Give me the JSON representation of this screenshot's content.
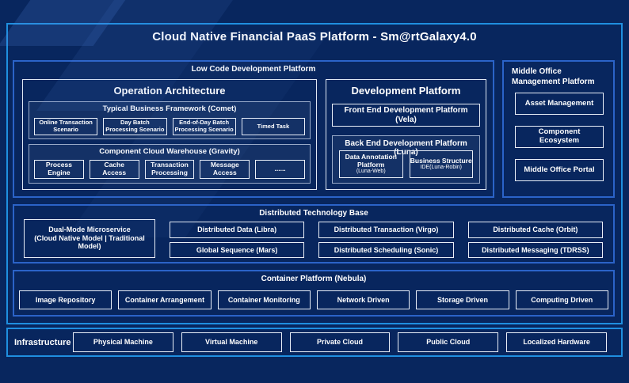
{
  "title": "Cloud Native Financial PaaS Platform - Sm@rtGalaxy4.0",
  "colors": {
    "background": "#08265e",
    "frame_border": "#1f8fe0",
    "section_border": "#2b63c8",
    "box_border": "#e9eff8",
    "panel_border": "#9aabc9",
    "text": "#ffffff"
  },
  "low_code": {
    "title": "Low Code Development Platform",
    "operation_architecture": {
      "title": "Operation Architecture",
      "typical_business_framework": {
        "title": "Typical Business Framework (Comet)",
        "items": [
          "Online Transaction Scenario",
          "Day Batch Processing Scenario",
          "End-of-Day Batch Processing Scenario",
          "Timed Task"
        ]
      },
      "component_cloud_warehouse": {
        "title": "Component Cloud Warehouse (Gravity)",
        "items": [
          "Process Engine",
          "Cache Access",
          "Transaction Processing",
          "Message Access",
          "......"
        ]
      }
    },
    "development_platform": {
      "title": "Development Platform",
      "front_end": "Front End Development Platform (Vela)",
      "back_end": {
        "title": "Back End Development Platform (Luna)",
        "items": [
          {
            "name": "Data Annotation Platform",
            "sub": "(Luna-Web)"
          },
          {
            "name": "Business Structure",
            "sub": "IDE(Luna-Robin)"
          }
        ]
      }
    }
  },
  "middle_office": {
    "title": "Middle Office Management Platform",
    "items": [
      "Asset Management",
      "Component Ecosystem",
      "Middle Office Portal"
    ]
  },
  "distributed_base": {
    "title": "Distributed Technology Base",
    "dual_mode": {
      "line1": "Dual-Mode Microservice",
      "line2": "(Cloud Native Model | Traditional Model)"
    },
    "row1": [
      "Distributed Data (Libra)",
      "Distributed Transaction (Virgo)",
      "Distributed Cache (Orbit)"
    ],
    "row2": [
      "Global Sequence (Mars)",
      "Distributed Scheduling (Sonic)",
      "Distributed Messaging (TDRSS)"
    ]
  },
  "container_platform": {
    "title": "Container Platform (Nebula)",
    "items": [
      "Image Repository",
      "Container Arrangement",
      "Container Monitoring",
      "Network Driven",
      "Storage Driven",
      "Computing Driven"
    ]
  },
  "infrastructure": {
    "label": "Infrastructure",
    "items": [
      "Physical Machine",
      "Virtual Machine",
      "Private Cloud",
      "Public Cloud",
      "Localized Hardware"
    ]
  }
}
